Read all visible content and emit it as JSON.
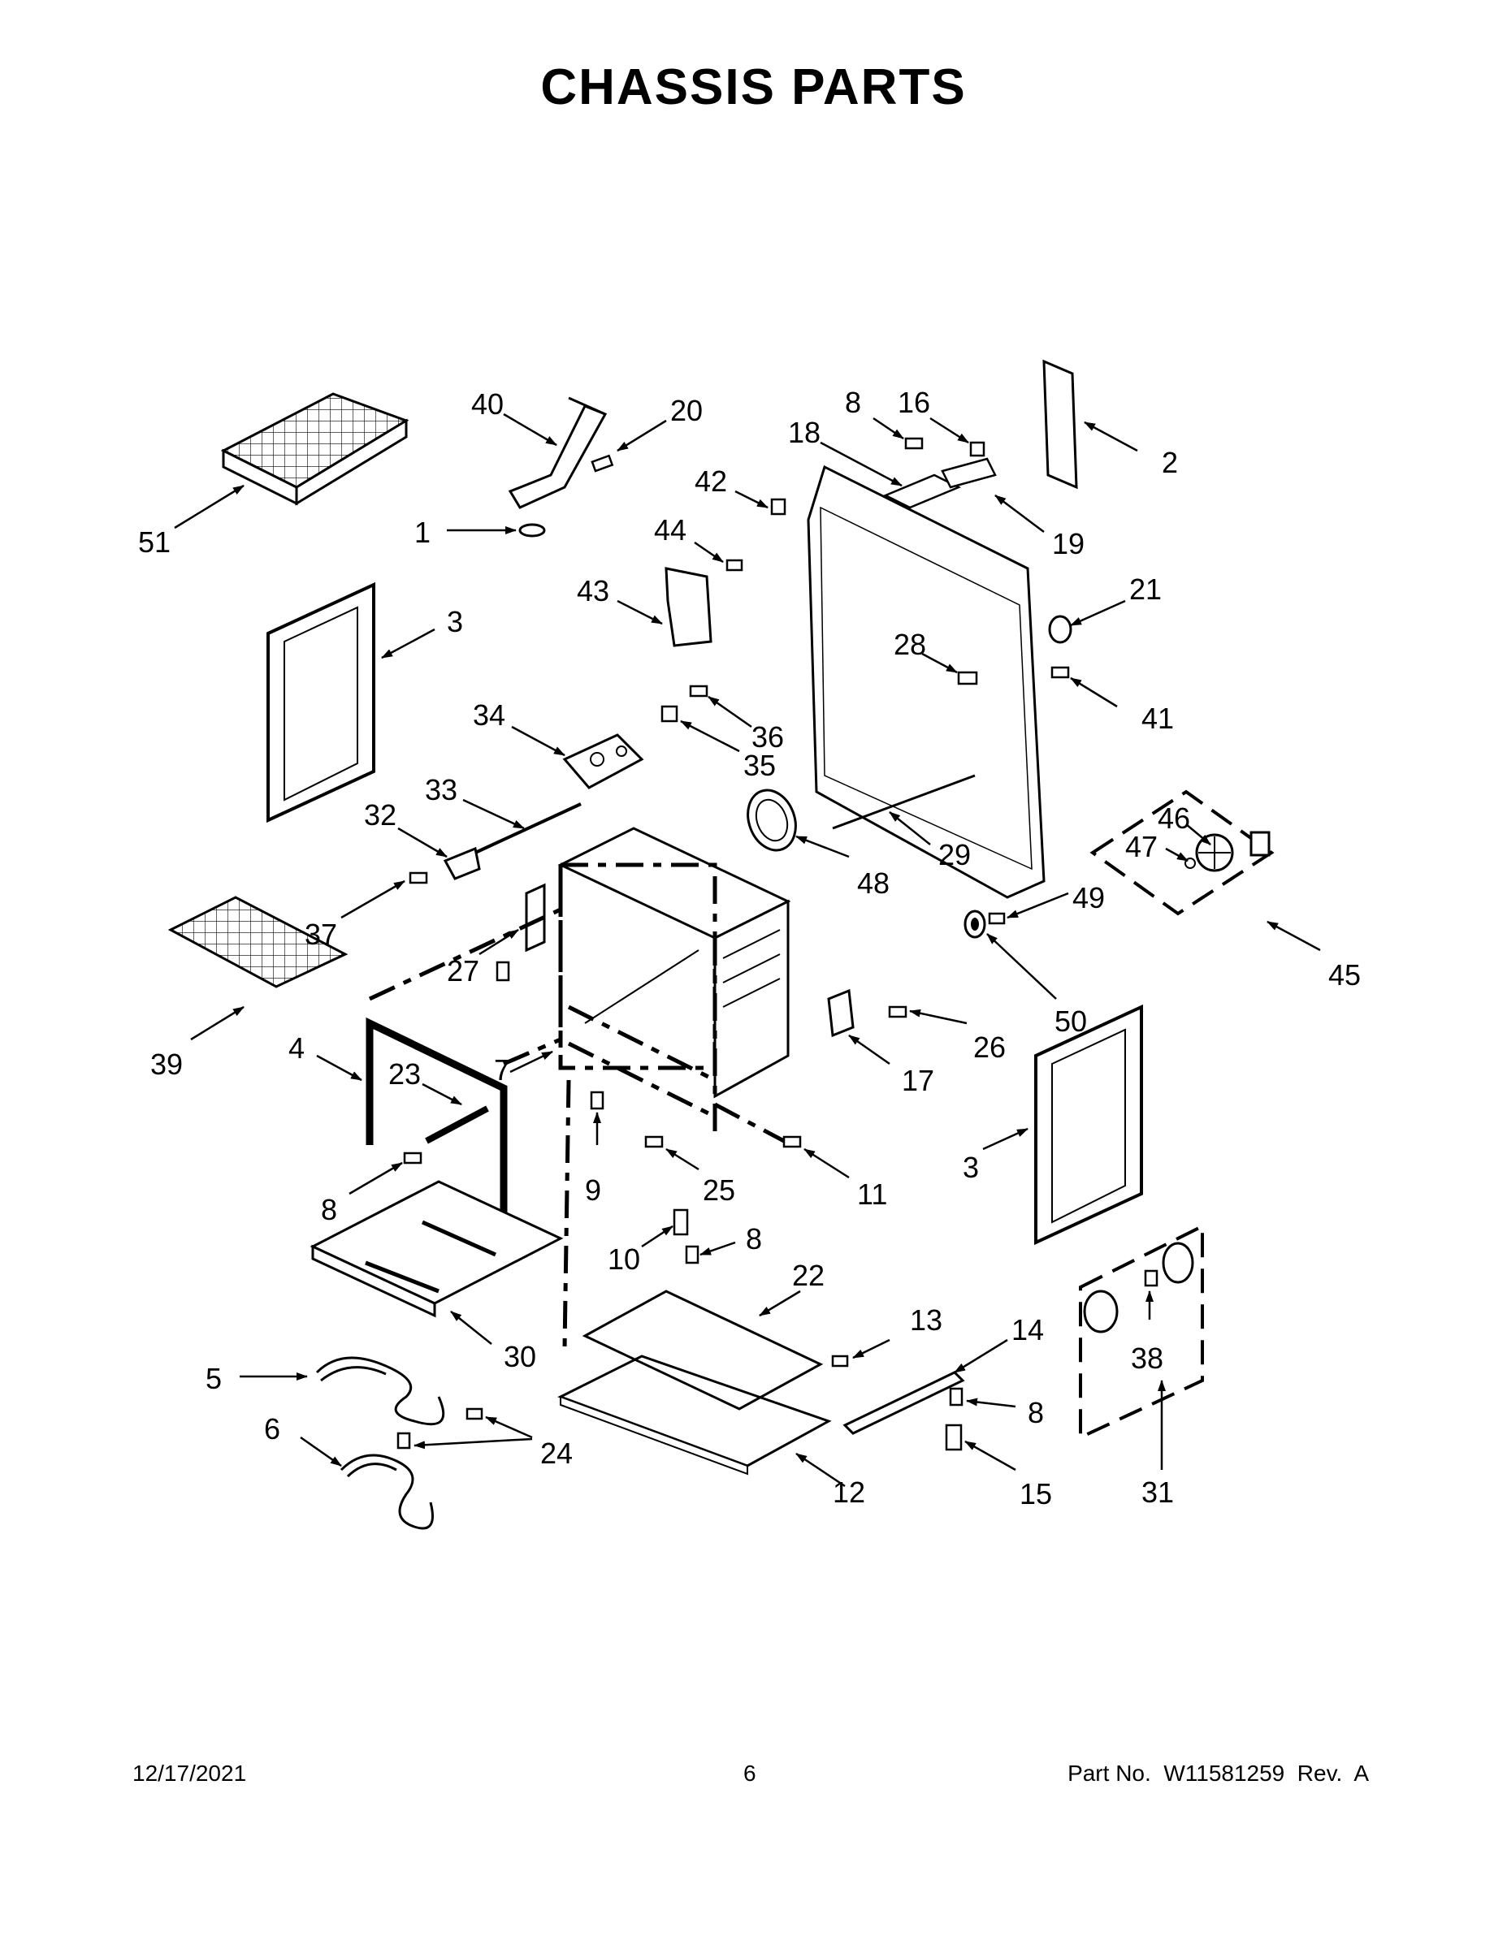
{
  "title": "CHASSIS PARTS",
  "callouts": {
    "c1": "1",
    "c2": "2",
    "c3a": "3",
    "c3b": "3",
    "c4": "4",
    "c5": "5",
    "c6": "6",
    "c7": "7",
    "c8a": "8",
    "c8b": "8",
    "c8c": "8",
    "c8d": "8",
    "c9": "9",
    "c10": "10",
    "c11": "11",
    "c12": "12",
    "c13": "13",
    "c14": "14",
    "c15": "15",
    "c16": "16",
    "c17": "17",
    "c18": "18",
    "c19": "19",
    "c20": "20",
    "c21": "21",
    "c22": "22",
    "c23": "23",
    "c24": "24",
    "c25": "25",
    "c26": "26",
    "c27": "27",
    "c28": "28",
    "c29": "29",
    "c30": "30",
    "c31": "31",
    "c32": "32",
    "c33": "33",
    "c34": "34",
    "c35": "35",
    "c36": "36",
    "c37": "37",
    "c38": "38",
    "c39": "39",
    "c40": "40",
    "c41": "41",
    "c42": "42",
    "c43": "43",
    "c44": "44",
    "c45": "45",
    "c46": "46",
    "c47": "47",
    "c48": "48",
    "c49": "49",
    "c50": "50",
    "c51": "51"
  },
  "footer": {
    "date": "12/17/2021",
    "page": "6",
    "part_no": "Part No.  W11581259  Rev.  A"
  }
}
